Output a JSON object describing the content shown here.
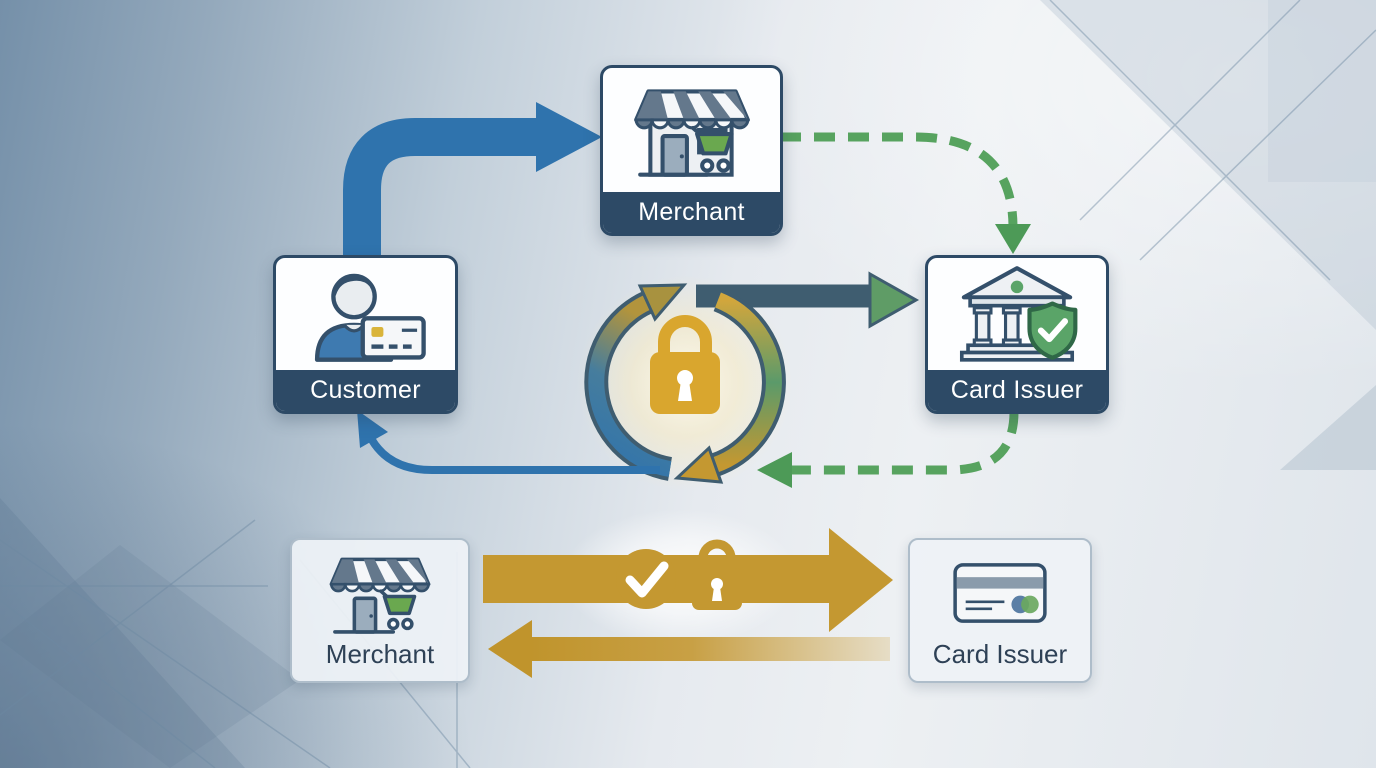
{
  "diagram": {
    "nodes": {
      "merchant_top": {
        "label": "Merchant",
        "icon": "storefront-icon"
      },
      "customer": {
        "label": "Customer",
        "icon": "person-with-card-icon"
      },
      "card_issuer": {
        "label": "Card Issuer",
        "icon": "bank-with-shield-icon"
      },
      "merchant_bottom": {
        "label": "Merchant",
        "icon": "storefront-icon"
      },
      "card_issuer_bottom": {
        "label": "Card Issuer",
        "icon": "credit-card-icon"
      }
    },
    "center": {
      "icon": "padlock-icon",
      "meaning": "secure transaction cycle"
    },
    "bottom_flow": {
      "icons": [
        "check-icon",
        "padlock-icon"
      ]
    },
    "colors": {
      "flow_blue": "#2f73ad",
      "flow_green": "#57a35f",
      "flow_gold": "#c49831",
      "lock_gold": "#d9a62e",
      "node_header": "#2d4a66",
      "node_border_dark": "#2d4a66",
      "node_border_light": "#aebdca",
      "shield_green": "#5aa468",
      "cart_green": "#6aa84f"
    }
  }
}
